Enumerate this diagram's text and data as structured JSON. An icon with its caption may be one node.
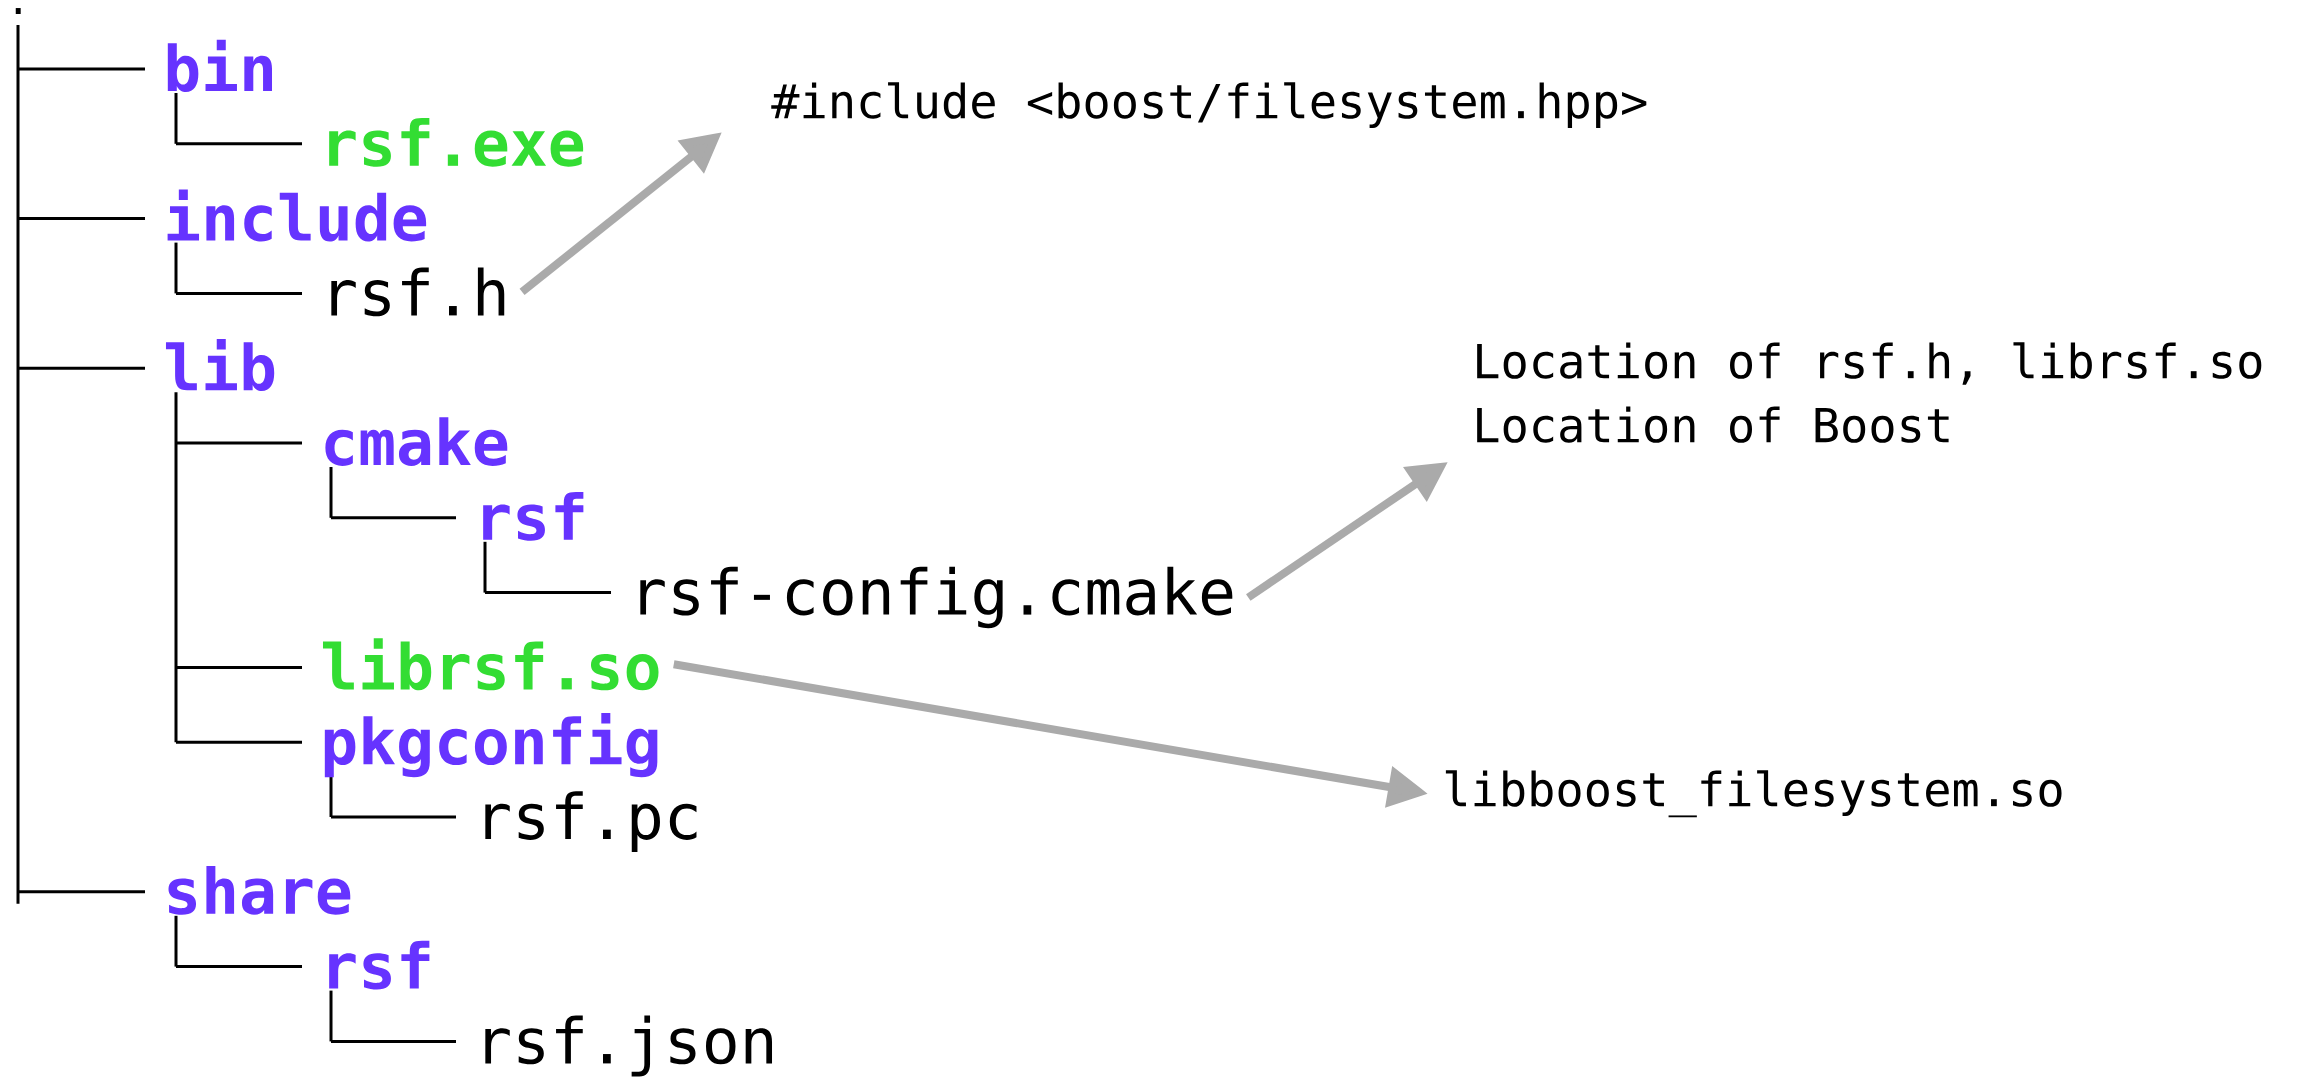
{
  "diagram": {
    "nodes": [
      {
        "text": [
          "rsf.h"
        ]
      },
      {
        "text": [
          "#include <boost/filesystem.hpp>"
        ]
      },
      {
        "text": [
          "rsf-config.cmake"
        ]
      },
      {
        "text": [
          "Location of rsf.h, librsf.so",
          "Location of Boost"
        ]
      },
      {
        "text": [
          "librsf.so"
        ]
      },
      {
        "text": [
          "libboost_filesystem.so"
        ]
      }
    ],
    "edges": [
      {
        "from": 0,
        "to": 1,
        "arrow": "to"
      },
      {
        "from": 2,
        "to": 3,
        "arrow": "to"
      },
      {
        "from": 4,
        "to": 5,
        "arrow": "to"
      }
    ],
    "labels": [
      ".",
      "bin",
      "rsf.exe",
      "include",
      "lib",
      "cmake",
      "rsf",
      "pkgconfig",
      "rsf.pc",
      "share",
      "rsf",
      "rsf.json"
    ]
  }
}
